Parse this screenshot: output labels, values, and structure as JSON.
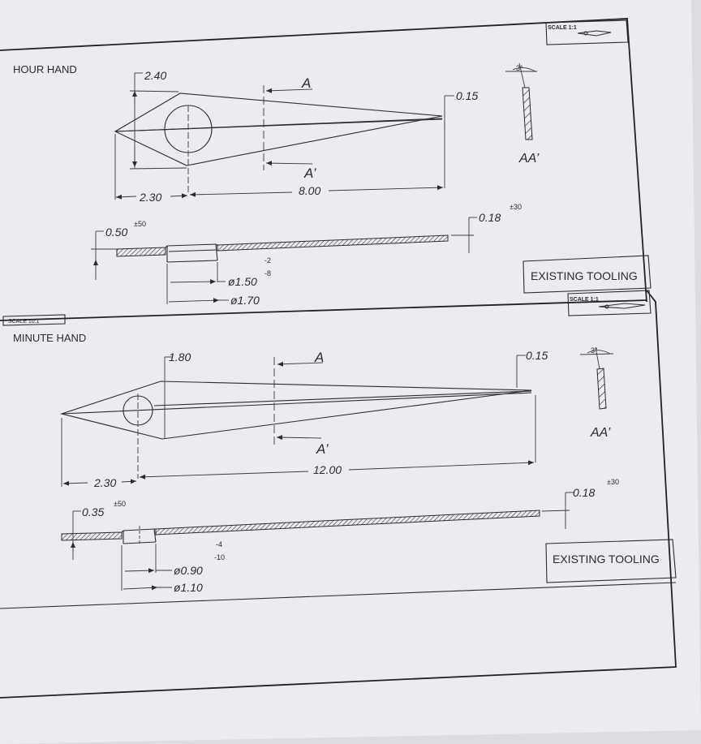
{
  "sheet": {
    "scale_top": "SCALE 1:1",
    "scale_mid": "SCALE 1:1",
    "scale_left": "SCALE 10:1",
    "tooling_label": "EXISTING TOOLING"
  },
  "hour_hand": {
    "title": "HOUR HAND",
    "width": "2.40",
    "tip": "0.15",
    "offset": "2.30",
    "length": "8.00",
    "section_a": "A",
    "section_a2": "A’",
    "section_label": "AA’",
    "angle": "3°",
    "thickness": "0.50",
    "thickness_tol": "±50",
    "tip_thickness": "0.18",
    "tip_thickness_tol": "±30",
    "bore": "ø1.50",
    "bore_tol_upper": "-2",
    "bore_tol_lower": "-8",
    "outer": "ø1.70"
  },
  "minute_hand": {
    "title": "MINUTE HAND",
    "width": "1.80",
    "tip": "0.15",
    "offset": "2.30",
    "length": "12.00",
    "section_a": "A",
    "section_a2": "A’",
    "section_label": "AA’",
    "angle": "3°",
    "thickness": "0.35",
    "thickness_tol": "±50",
    "tip_thickness": "0.18",
    "tip_thickness_tol": "±30",
    "bore": "ø0.90",
    "bore_tol_upper": "-4",
    "bore_tol_lower": "-10",
    "outer": "ø1.10"
  }
}
